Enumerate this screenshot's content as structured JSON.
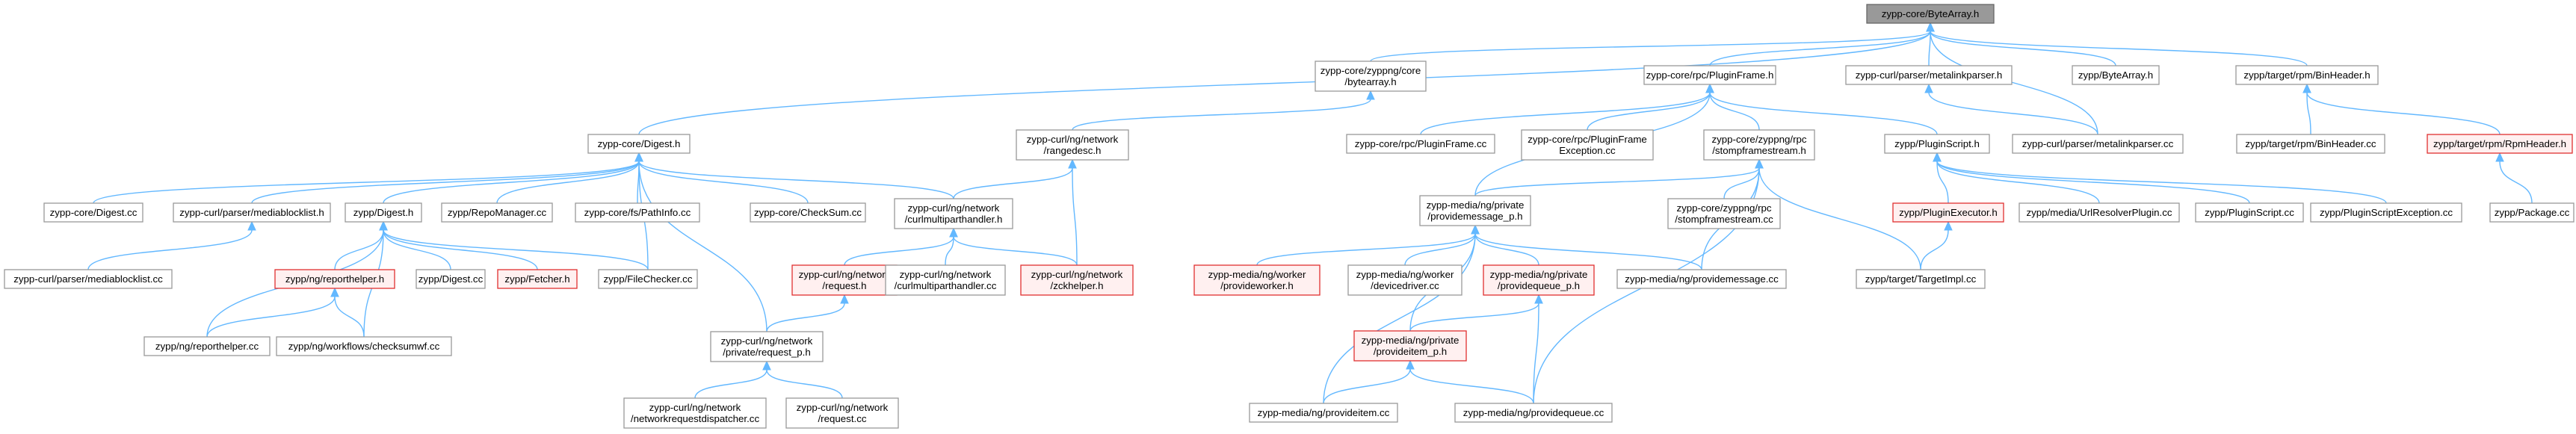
{
  "graph": {
    "nodes": [
      {
        "id": "n_root",
        "lines": [
          "zypp-core/ByteArray.h"
        ],
        "style": "root"
      },
      {
        "id": "n_zyppng_bytearray",
        "lines": [
          "zypp-core/zyppng/core",
          "/bytearray.h"
        ],
        "style": "normal"
      },
      {
        "id": "n_pluginframe_h",
        "lines": [
          "zypp-core/rpc/PluginFrame.h"
        ],
        "style": "normal"
      },
      {
        "id": "n_metalinkparser_h",
        "lines": [
          "zypp-curl/parser/metalinkparser.h"
        ],
        "style": "normal"
      },
      {
        "id": "n_zypp_bytearray",
        "lines": [
          "zypp/ByteArray.h"
        ],
        "style": "normal"
      },
      {
        "id": "n_binheader_h",
        "lines": [
          "zypp/target/rpm/BinHeader.h"
        ],
        "style": "normal"
      },
      {
        "id": "n_digest_h",
        "lines": [
          "zypp-core/Digest.h"
        ],
        "style": "normal"
      },
      {
        "id": "n_rangedesc",
        "lines": [
          "zypp-curl/ng/network",
          "/rangedesc.h"
        ],
        "style": "normal"
      },
      {
        "id": "n_pluginframe_cc",
        "lines": [
          "zypp-core/rpc/PluginFrame.cc"
        ],
        "style": "normal"
      },
      {
        "id": "n_pluginframeexc",
        "lines": [
          "zypp-core/rpc/PluginFrame",
          "Exception.cc"
        ],
        "style": "normal"
      },
      {
        "id": "n_stompframestream_h",
        "lines": [
          "zypp-core/zyppng/rpc",
          "/stompframestream.h"
        ],
        "style": "normal"
      },
      {
        "id": "n_pluginscript_h",
        "lines": [
          "zypp/PluginScript.h"
        ],
        "style": "normal"
      },
      {
        "id": "n_metalinkparser_cc",
        "lines": [
          "zypp-curl/parser/metalinkparser.cc"
        ],
        "style": "normal"
      },
      {
        "id": "n_binheader_cc",
        "lines": [
          "zypp/target/rpm/BinHeader.cc"
        ],
        "style": "normal"
      },
      {
        "id": "n_rpmheader_h",
        "lines": [
          "zypp/target/rpm/RpmHeader.h"
        ],
        "style": "red"
      },
      {
        "id": "n_digest_cc_core",
        "lines": [
          "zypp-core/Digest.cc"
        ],
        "style": "normal"
      },
      {
        "id": "n_mediablocklist_h",
        "lines": [
          "zypp-curl/parser/mediablocklist.h"
        ],
        "style": "normal"
      },
      {
        "id": "n_zypp_digest_h",
        "lines": [
          "zypp/Digest.h"
        ],
        "style": "normal"
      },
      {
        "id": "n_repomanager",
        "lines": [
          "zypp/RepoManager.cc"
        ],
        "style": "normal"
      },
      {
        "id": "n_pathinfo",
        "lines": [
          "zypp-core/fs/PathInfo.cc"
        ],
        "style": "normal"
      },
      {
        "id": "n_checksum",
        "lines": [
          "zypp-core/CheckSum.cc"
        ],
        "style": "normal"
      },
      {
        "id": "n_curlmulti_h",
        "lines": [
          "zypp-curl/ng/network",
          "/curlmultiparthandler.h"
        ],
        "style": "normal"
      },
      {
        "id": "n_providemessage_h",
        "lines": [
          "zypp-media/ng/private",
          "/providemessage_p.h"
        ],
        "style": "normal"
      },
      {
        "id": "n_stompframestream_cc",
        "lines": [
          "zypp-core/zyppng/rpc",
          "/stompframestream.cc"
        ],
        "style": "normal"
      },
      {
        "id": "n_pluginexecutor",
        "lines": [
          "zypp/PluginExecutor.h"
        ],
        "style": "red"
      },
      {
        "id": "n_urlresolver",
        "lines": [
          "zypp/media/UrlResolverPlugin.cc"
        ],
        "style": "normal"
      },
      {
        "id": "n_pluginscript_cc",
        "lines": [
          "zypp/PluginScript.cc"
        ],
        "style": "normal"
      },
      {
        "id": "n_pluginscriptexc",
        "lines": [
          "zypp/PluginScriptException.cc"
        ],
        "style": "normal"
      },
      {
        "id": "n_package_cc",
        "lines": [
          "zypp/Package.cc"
        ],
        "style": "normal"
      },
      {
        "id": "n_mediablocklist_cc",
        "lines": [
          "zypp-curl/parser/mediablocklist.cc"
        ],
        "style": "normal"
      },
      {
        "id": "n_reporthelper_h",
        "lines": [
          "zypp/ng/reporthelper.h"
        ],
        "style": "red"
      },
      {
        "id": "n_zypp_digest_cc",
        "lines": [
          "zypp/Digest.cc"
        ],
        "style": "normal"
      },
      {
        "id": "n_fetcher",
        "lines": [
          "zypp/Fetcher.h"
        ],
        "style": "red"
      },
      {
        "id": "n_filechecker",
        "lines": [
          "zypp/FileChecker.cc"
        ],
        "style": "normal"
      },
      {
        "id": "n_request_h",
        "lines": [
          "zypp-curl/ng/network",
          "/request.h"
        ],
        "style": "red"
      },
      {
        "id": "n_curlmulti_cc",
        "lines": [
          "zypp-curl/ng/network",
          "/curlmultiparthandler.cc"
        ],
        "style": "normal"
      },
      {
        "id": "n_zckhelper",
        "lines": [
          "zypp-curl/ng/network",
          "/zckhelper.h"
        ],
        "style": "red"
      },
      {
        "id": "n_provideworker",
        "lines": [
          "zypp-media/ng/worker",
          "/provideworker.h"
        ],
        "style": "red"
      },
      {
        "id": "n_devicedriver",
        "lines": [
          "zypp-media/ng/worker",
          "/devicedriver.cc"
        ],
        "style": "normal"
      },
      {
        "id": "n_providequeue_h",
        "lines": [
          "zypp-media/ng/private",
          "/providequeue_p.h"
        ],
        "style": "red"
      },
      {
        "id": "n_providemessage_cc",
        "lines": [
          "zypp-media/ng/providemessage.cc"
        ],
        "style": "normal"
      },
      {
        "id": "n_targetimpl",
        "lines": [
          "zypp/target/TargetImpl.cc"
        ],
        "style": "normal"
      },
      {
        "id": "n_reporthelper_cc",
        "lines": [
          "zypp/ng/reporthelper.cc"
        ],
        "style": "normal"
      },
      {
        "id": "n_checksumwf",
        "lines": [
          "zypp/ng/workflows/checksumwf.cc"
        ],
        "style": "normal"
      },
      {
        "id": "n_request_p_h",
        "lines": [
          "zypp-curl/ng/network",
          "/private/request_p.h"
        ],
        "style": "normal"
      },
      {
        "id": "n_provideitem_h",
        "lines": [
          "zypp-media/ng/private",
          "/provideitem_p.h"
        ],
        "style": "red"
      },
      {
        "id": "n_netreqdispatcher",
        "lines": [
          "zypp-curl/ng/network",
          "/networkrequestdispatcher.cc"
        ],
        "style": "normal"
      },
      {
        "id": "n_request_cc",
        "lines": [
          "zypp-curl/ng/network",
          "/request.cc"
        ],
        "style": "normal"
      },
      {
        "id": "n_provideitem_cc",
        "lines": [
          "zypp-media/ng/provideitem.cc"
        ],
        "style": "normal"
      },
      {
        "id": "n_providequeue_cc",
        "lines": [
          "zypp-media/ng/providequeue.cc"
        ],
        "style": "normal"
      }
    ],
    "edges": [
      [
        "n_zyppng_bytearray",
        "n_root"
      ],
      [
        "n_pluginframe_h",
        "n_root"
      ],
      [
        "n_metalinkparser_h",
        "n_root"
      ],
      [
        "n_zypp_bytearray",
        "n_root"
      ],
      [
        "n_binheader_h",
        "n_root"
      ],
      [
        "n_digest_h",
        "n_root"
      ],
      [
        "n_metalinkparser_cc",
        "n_root"
      ],
      [
        "n_rangedesc",
        "n_zyppng_bytearray"
      ],
      [
        "n_pluginframe_cc",
        "n_pluginframe_h"
      ],
      [
        "n_pluginframeexc",
        "n_pluginframe_h"
      ],
      [
        "n_stompframestream_h",
        "n_pluginframe_h"
      ],
      [
        "n_pluginscript_h",
        "n_pluginframe_h"
      ],
      [
        "n_providemessage_h",
        "n_pluginframe_h"
      ],
      [
        "n_metalinkparser_cc",
        "n_metalinkparser_h"
      ],
      [
        "n_binheader_cc",
        "n_binheader_h"
      ],
      [
        "n_rpmheader_h",
        "n_binheader_h"
      ],
      [
        "n_digest_cc_core",
        "n_digest_h"
      ],
      [
        "n_mediablocklist_h",
        "n_digest_h"
      ],
      [
        "n_zypp_digest_h",
        "n_digest_h"
      ],
      [
        "n_repomanager",
        "n_digest_h"
      ],
      [
        "n_pathinfo",
        "n_digest_h"
      ],
      [
        "n_checksum",
        "n_digest_h"
      ],
      [
        "n_curlmulti_h",
        "n_digest_h"
      ],
      [
        "n_filechecker",
        "n_digest_h"
      ],
      [
        "n_request_p_h",
        "n_digest_h"
      ],
      [
        "n_curlmulti_h",
        "n_rangedesc"
      ],
      [
        "n_zckhelper",
        "n_rangedesc"
      ],
      [
        "n_providemessage_h",
        "n_stompframestream_h"
      ],
      [
        "n_stompframestream_cc",
        "n_stompframestream_h"
      ],
      [
        "n_providemessage_cc",
        "n_stompframestream_h"
      ],
      [
        "n_targetimpl",
        "n_stompframestream_h"
      ],
      [
        "n_providequeue_cc",
        "n_stompframestream_h"
      ],
      [
        "n_pluginexecutor",
        "n_pluginscript_h"
      ],
      [
        "n_urlresolver",
        "n_pluginscript_h"
      ],
      [
        "n_pluginscript_cc",
        "n_pluginscript_h"
      ],
      [
        "n_pluginscriptexc",
        "n_pluginscript_h"
      ],
      [
        "n_package_cc",
        "n_rpmheader_h"
      ],
      [
        "n_mediablocklist_cc",
        "n_mediablocklist_h"
      ],
      [
        "n_reporthelper_h",
        "n_zypp_digest_h"
      ],
      [
        "n_zypp_digest_cc",
        "n_zypp_digest_h"
      ],
      [
        "n_fetcher",
        "n_zypp_digest_h"
      ],
      [
        "n_filechecker",
        "n_zypp_digest_h"
      ],
      [
        "n_reporthelper_cc",
        "n_zypp_digest_h"
      ],
      [
        "n_checksumwf",
        "n_zypp_digest_h"
      ],
      [
        "n_request_h",
        "n_curlmulti_h"
      ],
      [
        "n_curlmulti_cc",
        "n_curlmulti_h"
      ],
      [
        "n_zckhelper",
        "n_curlmulti_h"
      ],
      [
        "n_provideworker",
        "n_providemessage_h"
      ],
      [
        "n_devicedriver",
        "n_providemessage_h"
      ],
      [
        "n_providequeue_h",
        "n_providemessage_h"
      ],
      [
        "n_providemessage_cc",
        "n_providemessage_h"
      ],
      [
        "n_provideitem_h",
        "n_providemessage_h"
      ],
      [
        "n_provideitem_cc",
        "n_providemessage_h"
      ],
      [
        "n_targetimpl",
        "n_pluginexecutor"
      ],
      [
        "n_reporthelper_cc",
        "n_reporthelper_h"
      ],
      [
        "n_checksumwf",
        "n_reporthelper_h"
      ],
      [
        "n_request_p_h",
        "n_request_h"
      ],
      [
        "n_provideitem_h",
        "n_providequeue_h"
      ],
      [
        "n_providequeue_cc",
        "n_providequeue_h"
      ],
      [
        "n_netreqdispatcher",
        "n_request_p_h"
      ],
      [
        "n_request_cc",
        "n_request_p_h"
      ],
      [
        "n_provideitem_cc",
        "n_provideitem_h"
      ],
      [
        "n_providequeue_cc",
        "n_provideitem_h"
      ]
    ]
  }
}
